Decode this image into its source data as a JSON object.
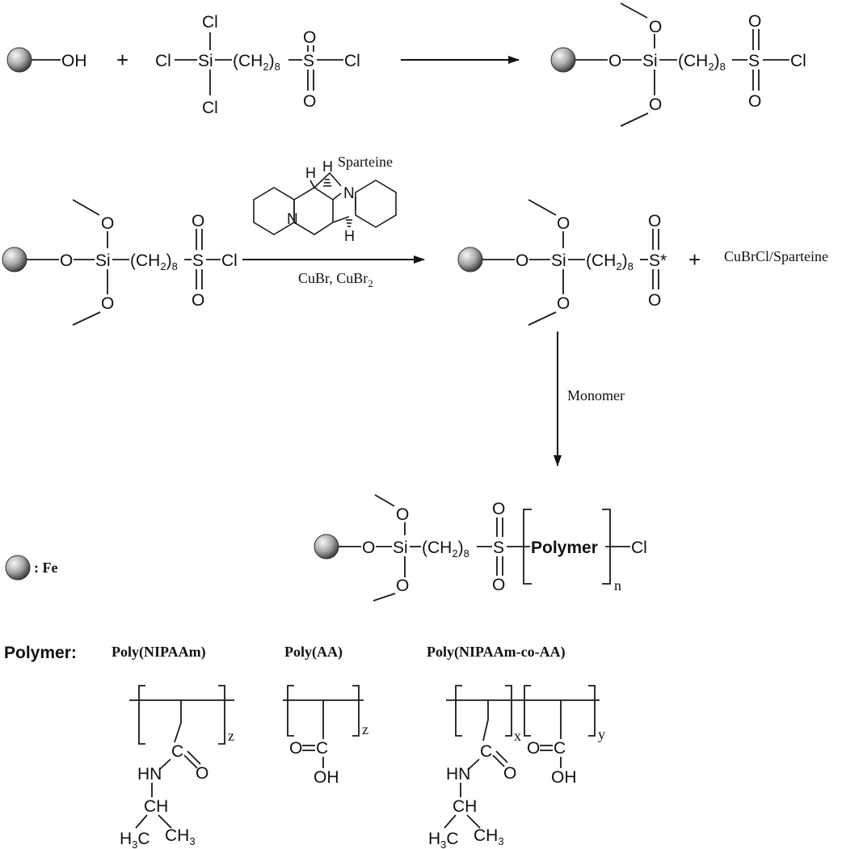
{
  "atoms": {
    "oh": "OH",
    "o": "O",
    "cl": "Cl",
    "si": "Si",
    "s": "S",
    "s_radical": "S*",
    "ch2_open": "(CH",
    "ch2_sub": "2",
    "ch2_close": ")",
    "ch2_n": "8",
    "plus": "+",
    "hn": "HN",
    "ch": "CH",
    "h3c_h": "H",
    "h3c_3": "3",
    "h3c_c": "C",
    "ch3_ch": "CH",
    "ch3_3": "3",
    "c": "C",
    "oh2": "OH",
    "h": "H",
    "n": "N"
  },
  "reagents": {
    "catalyst_label": "Sparteine",
    "conditions_main": "CuBr, CuBr",
    "conditions_sub": "2",
    "byproduct": "CuBrCl/Sparteine",
    "monomer": "Monomer"
  },
  "product": {
    "polymer_word": "Polymer",
    "repeat_n": "n"
  },
  "legend": {
    "fe_label": ": Fe",
    "polymer_heading": "Polymer:"
  },
  "polymers": [
    {
      "name": "Poly(NIPAAm)",
      "subscript": "z"
    },
    {
      "name": "Poly(AA)",
      "subscript": "z"
    },
    {
      "name": "Poly(NIPAAm-co-AA)",
      "subscript_x": "x",
      "subscript_y": "y"
    }
  ],
  "colors": {
    "sphere_light": "#f2f2f2",
    "sphere_dark": "#4a4a4a",
    "ink": "#111111"
  }
}
